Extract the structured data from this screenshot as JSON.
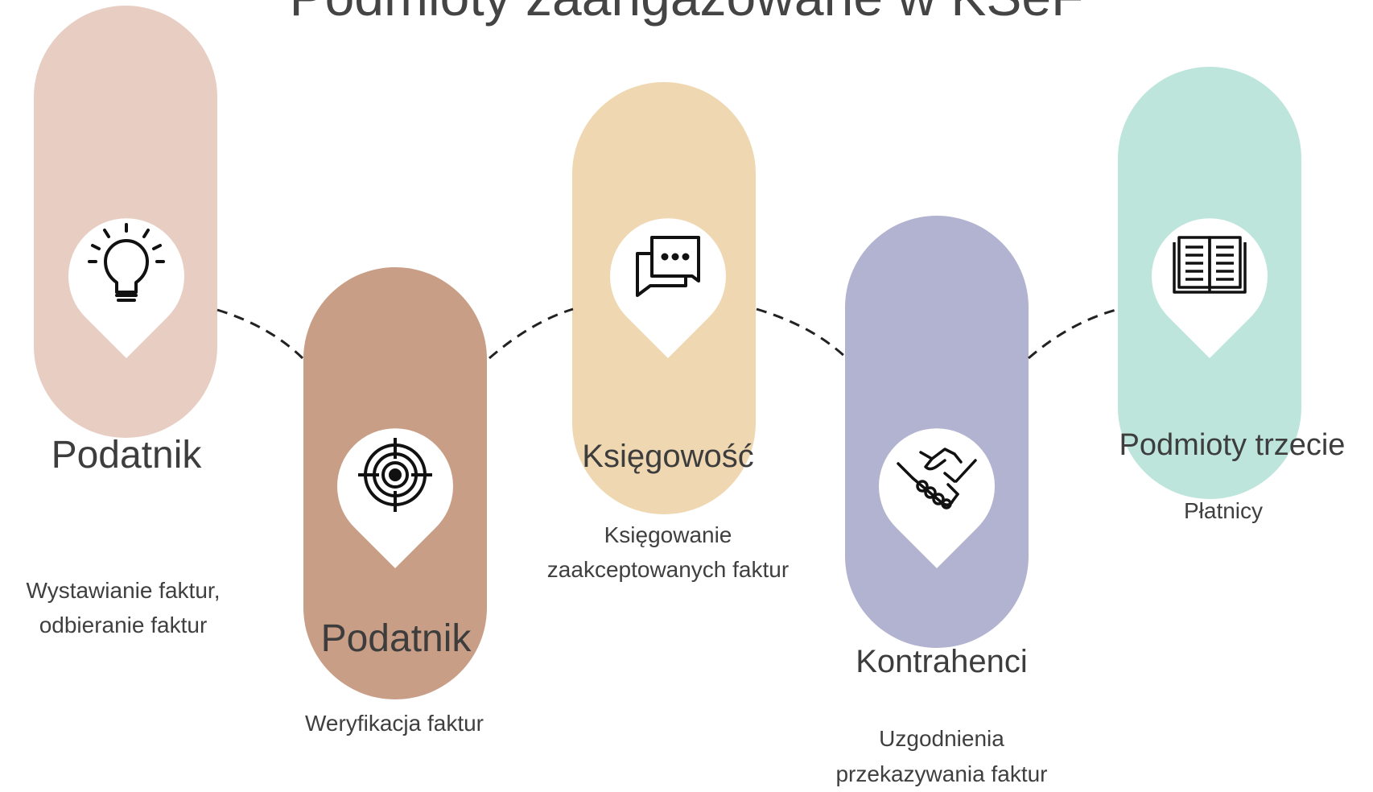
{
  "title": "Podmioty zaangażowane w KSeF",
  "stages": [
    {
      "heading": "Podatnik",
      "description": "Wystawianie faktur,\nodbieranie faktur",
      "color": "#e8cdc3",
      "icon": "lightbulb-icon"
    },
    {
      "heading": "Podatnik",
      "description": "Weryfikacja faktur",
      "color": "#c99e86",
      "icon": "target-icon"
    },
    {
      "heading": "Księgowość",
      "description": "Księgowanie\nzaakceptowanych faktur",
      "color": "#efd7b1",
      "icon": "chat-bubbles-icon"
    },
    {
      "heading": "Kontrahenci",
      "description": "Uzgodnienia\nprzekazywania faktur",
      "color": "#b2b2d1",
      "icon": "handshake-icon"
    },
    {
      "heading": "Podmioty trzecie",
      "description": "Płatnicy",
      "color": "#bde5db",
      "icon": "open-book-icon"
    }
  ]
}
